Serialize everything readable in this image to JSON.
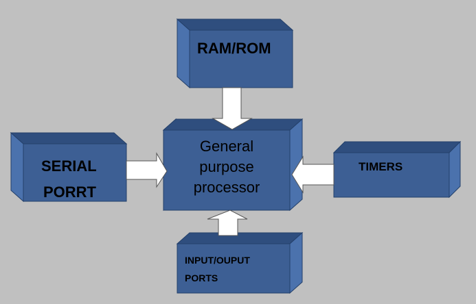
{
  "diagram": {
    "nodes": {
      "ram_rom": "RAM/ROM",
      "cpu": [
        "General",
        "purpose",
        "processor"
      ],
      "serial": [
        "SERIAL",
        "PORRT"
      ],
      "timers": "TIMERS",
      "io": [
        "INPUT/OUPUT",
        "PORTS"
      ]
    },
    "colors": {
      "background": "#c0c0c0",
      "box_front": "#3d5f94",
      "box_top": "#2f4e7e",
      "box_side": "#4b72ad",
      "arrow_fill": "#ffffff",
      "arrow_stroke": "#555555"
    },
    "arrows": [
      {
        "from": "ram_rom",
        "to": "cpu"
      },
      {
        "from": "serial",
        "to": "cpu"
      },
      {
        "from": "timers",
        "to": "cpu"
      },
      {
        "from": "io",
        "to": "cpu"
      }
    ]
  }
}
